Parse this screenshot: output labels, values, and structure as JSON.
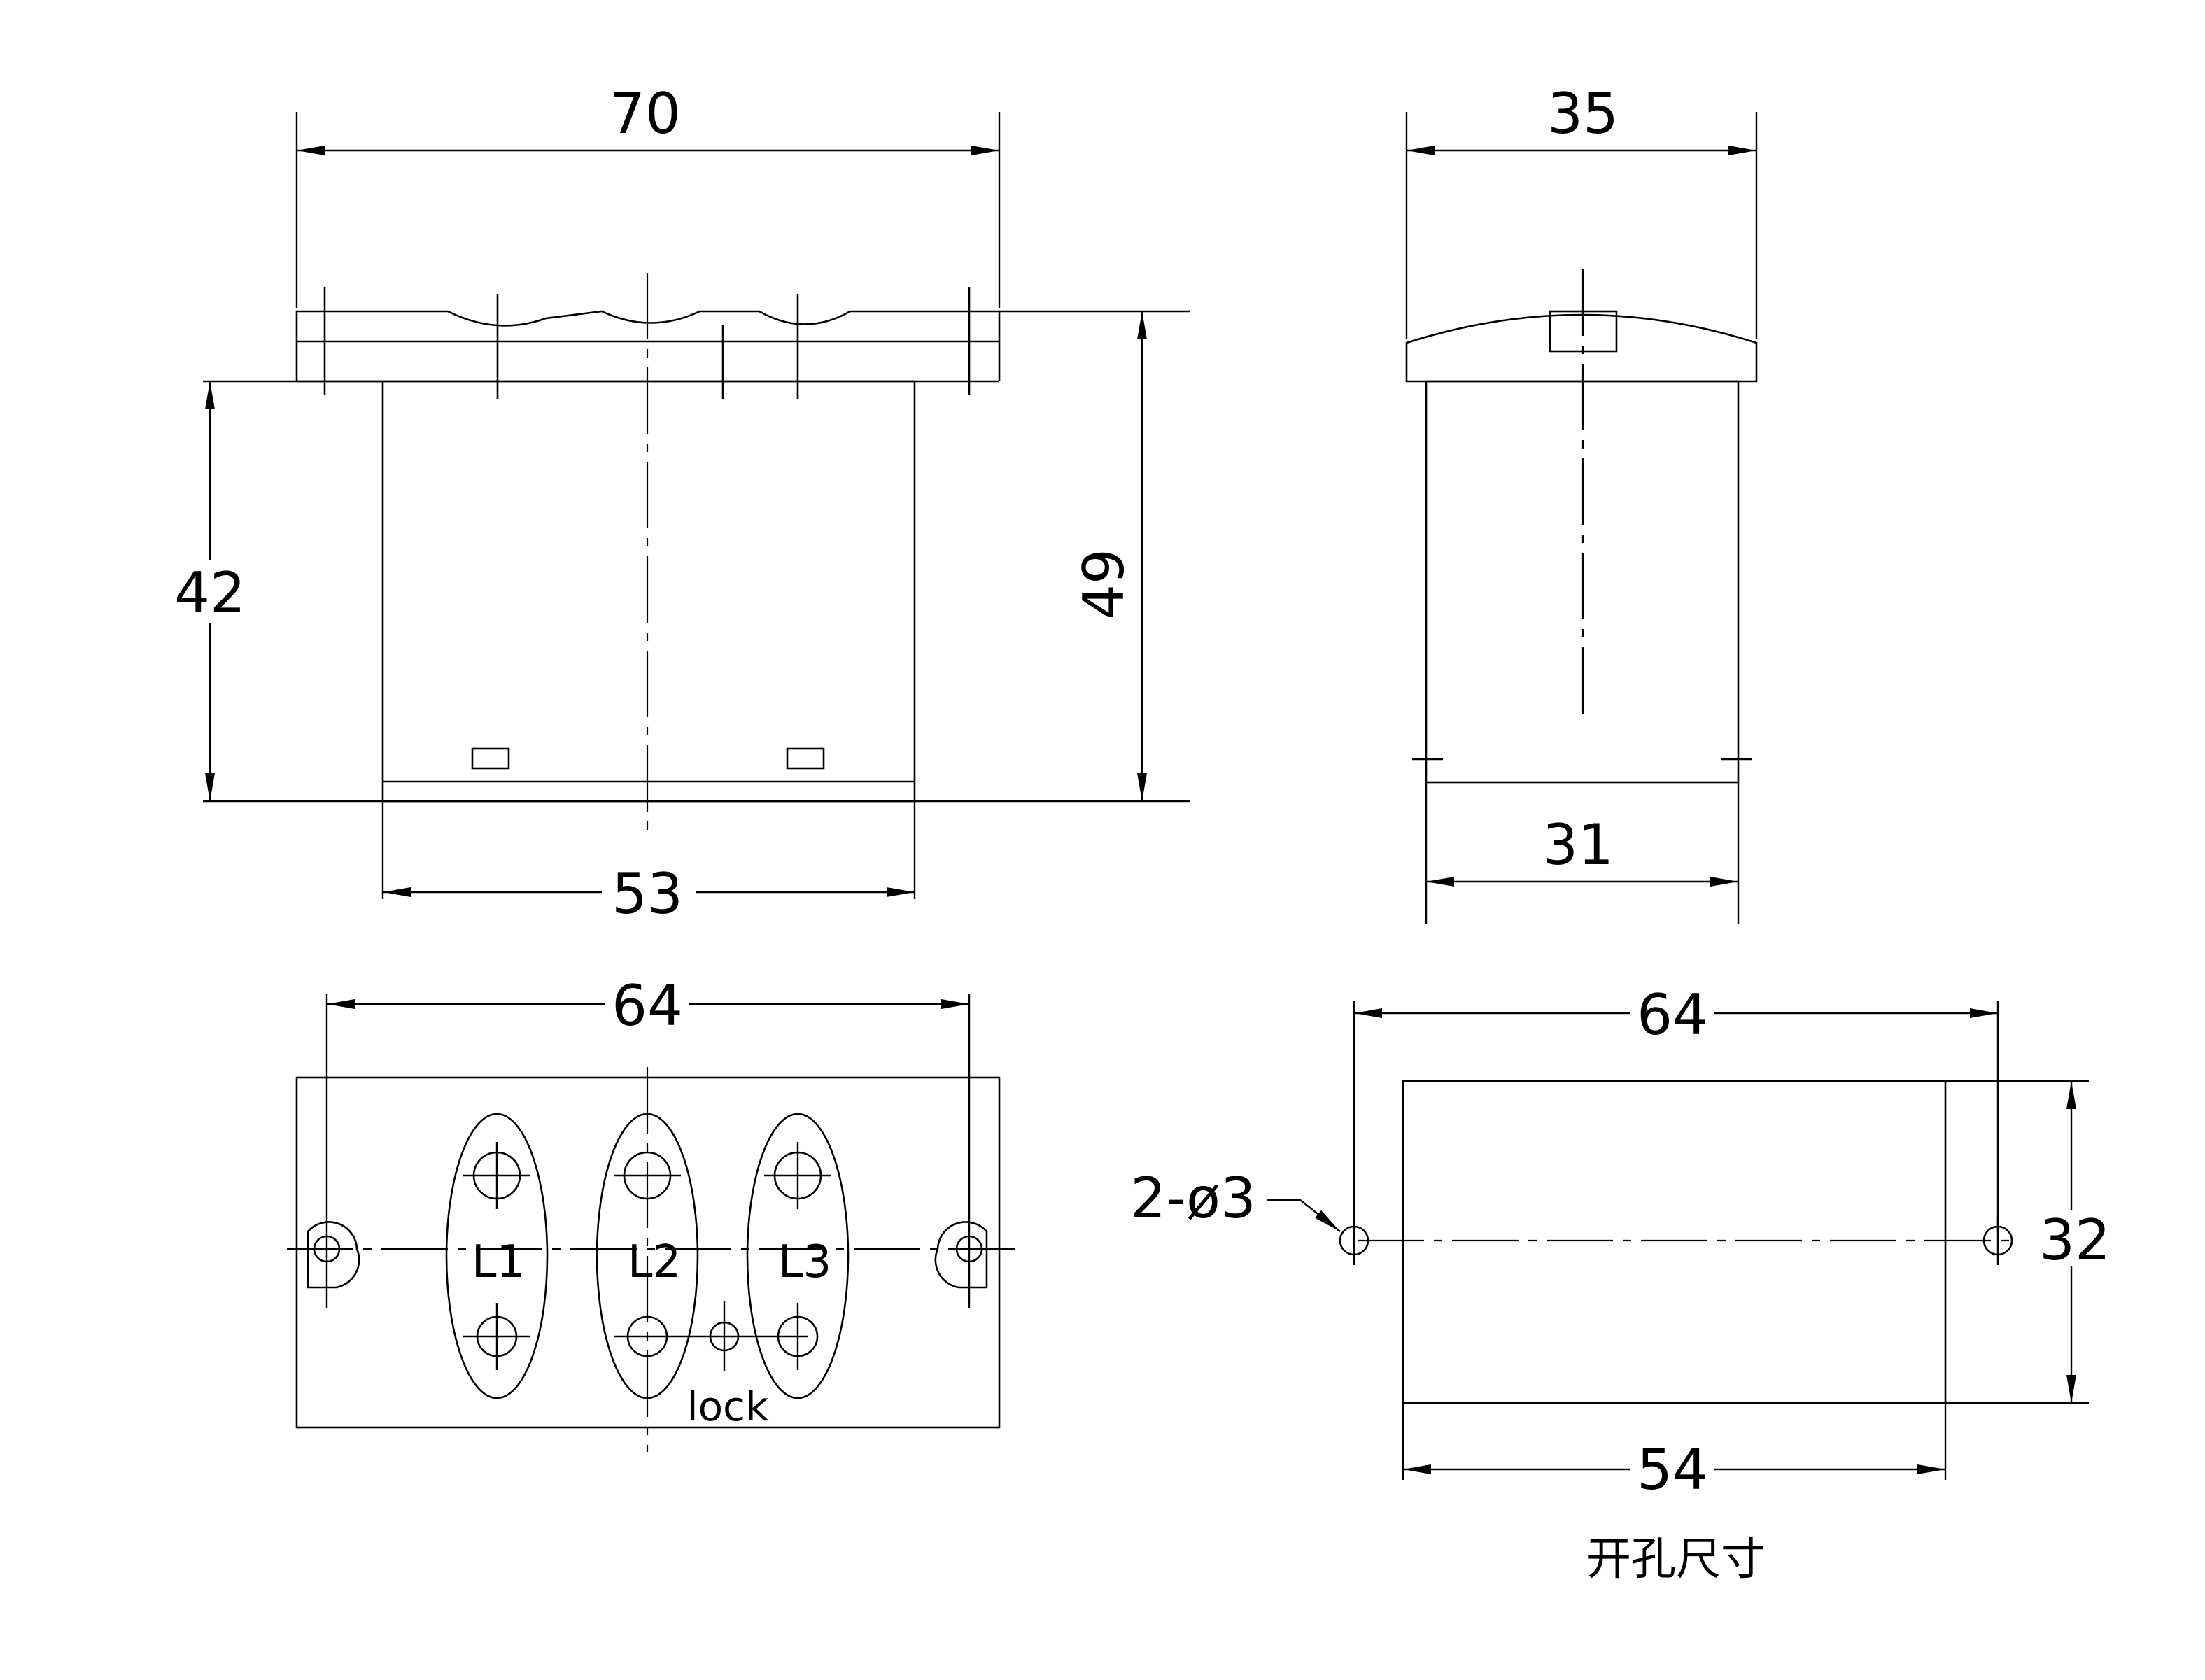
{
  "front_view": {
    "width_top": "70",
    "height_body": "42",
    "height_total": "49",
    "width_bottom": "53"
  },
  "side_view": {
    "width_top": "35",
    "width_bottom": "31"
  },
  "top_view": {
    "hole_spacing": "64",
    "terminals": [
      "L1",
      "L2",
      "L3"
    ],
    "lock_label": "lock"
  },
  "cutout_view": {
    "hole_spacing": "64",
    "hole_callout": "2-ø3",
    "height": "32",
    "width": "54",
    "caption": "开孔尺寸"
  }
}
